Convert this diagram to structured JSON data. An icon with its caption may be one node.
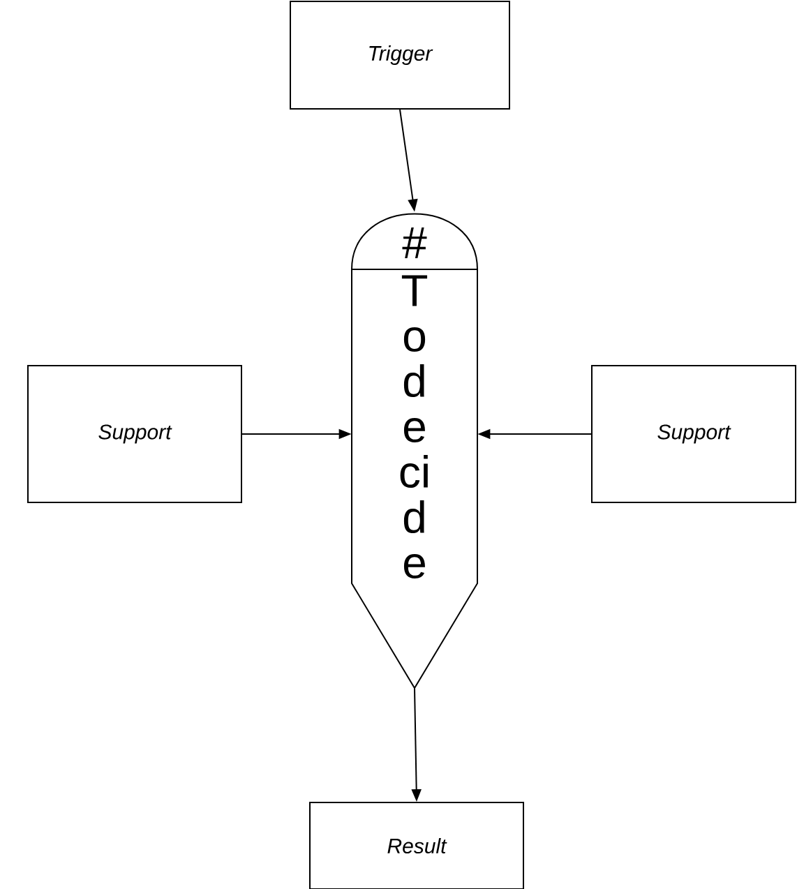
{
  "diagram": {
    "nodes": [
      {
        "text": [
          "Trigger"
        ]
      },
      {
        "text": [
          "Support"
        ]
      },
      {
        "text": [
          "#",
          "To decide"
        ]
      },
      {
        "text": [
          "Support"
        ]
      },
      {
        "text": [
          "Result"
        ]
      }
    ],
    "edges": [
      {
        "from": 0,
        "to": 2,
        "arrow": "to"
      },
      {
        "from": 1,
        "to": 2,
        "arrow": "to"
      },
      {
        "from": 3,
        "to": 2,
        "arrow": "to"
      },
      {
        "from": 2,
        "to": 4,
        "arrow": "to"
      }
    ]
  }
}
